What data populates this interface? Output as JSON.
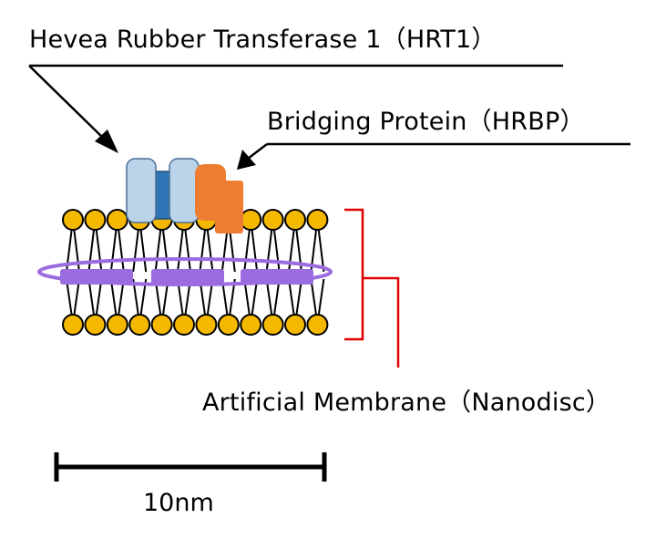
{
  "labels": {
    "hrt1": "Hevea Rubber Transferase 1（HRT1）",
    "hrbp": "Bridging Protein（HRBP）",
    "nanodisc": "Artificial Membrane（Nanodisc）",
    "scale": "10nm"
  },
  "colors": {
    "lipid_head": "#f5b800",
    "lipid_tail": "#000000",
    "scaffold_protein": "#9b6ce0",
    "hrt1_light": "#bcd4ea",
    "hrt1_dark": "#2e75b6",
    "hrbp": "#ed7d31",
    "bracket": "#e00000",
    "scale_bar": "#000000"
  },
  "lipid_count_per_leaflet": 12
}
